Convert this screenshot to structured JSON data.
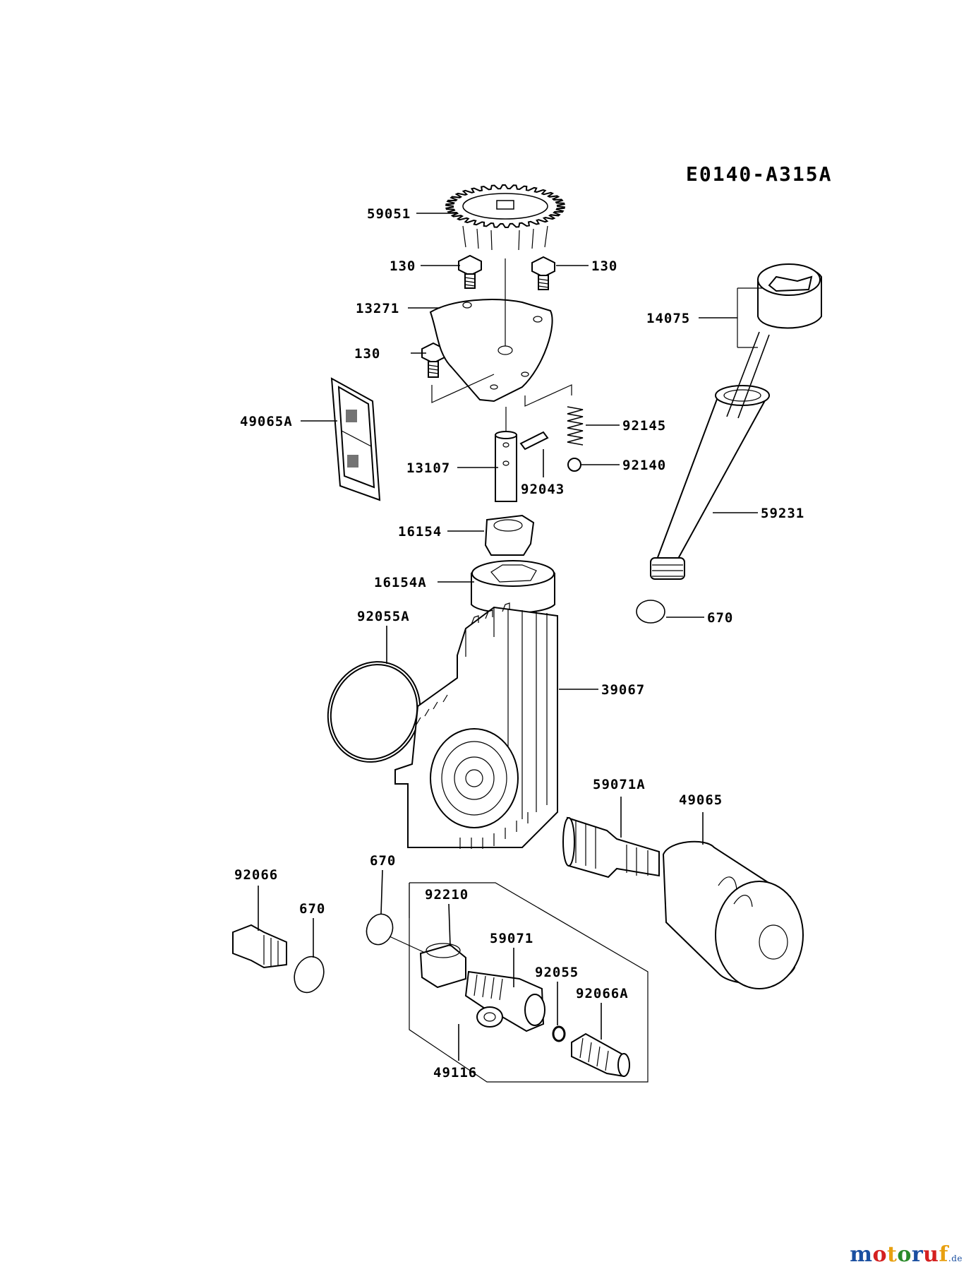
{
  "diagram": {
    "code": "E0140-A315A",
    "labels": {
      "p59051": "59051",
      "p130_a": "130",
      "p130_b": "130",
      "p13271": "13271",
      "p130_c": "130",
      "p14075": "14075",
      "p49065A": "49065A",
      "p92145": "92145",
      "p13107": "13107",
      "p92043": "92043",
      "p92140": "92140",
      "p59231": "59231",
      "p16154": "16154",
      "p16154A": "16154A",
      "p670_a": "670",
      "p92055A": "92055A",
      "p39067": "39067",
      "p59071A": "59071A",
      "p49065": "49065",
      "p92066": "92066",
      "p670_b": "670",
      "p670_c": "670",
      "p92210": "92210",
      "p59071": "59071",
      "p92055": "92055",
      "p92066A": "92066A",
      "p49116": "49116"
    }
  },
  "brand": {
    "name": "motoruf",
    "tld": ".de",
    "colors": [
      "#1a4fa0",
      "#d42020",
      "#e8a010",
      "#2a8a2a"
    ]
  }
}
